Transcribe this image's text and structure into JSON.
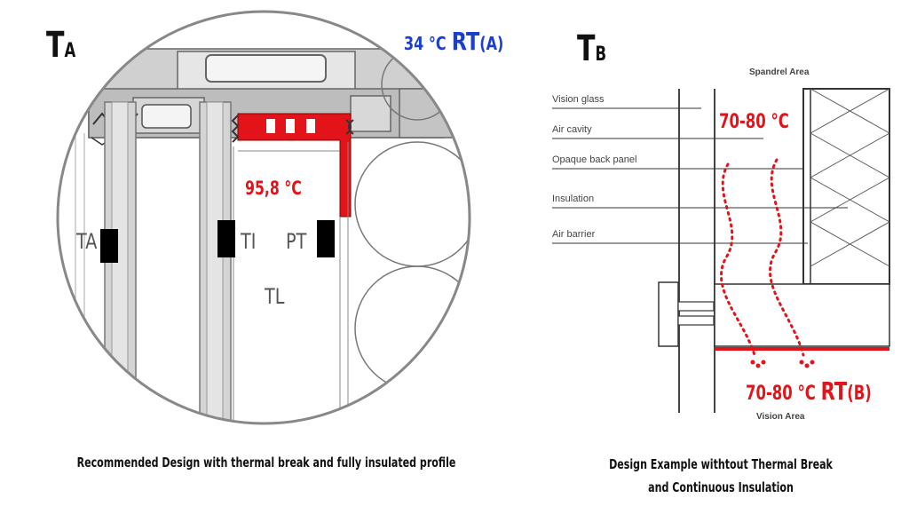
{
  "left": {
    "title_main": "T",
    "title_sub": "A",
    "rt_temp": "34 °C",
    "rt_label": "RT",
    "rt_sub": "(A)",
    "inner_temp": "95,8 °C",
    "sensor_labels": [
      "TA",
      "TI",
      "PT",
      "TL"
    ],
    "caption": "Recommended Design with thermal break and fully insulated profile"
  },
  "right": {
    "title_main": "T",
    "title_sub": "B",
    "spandrel_label": "Spandrel Area",
    "layer_labels": [
      "Vision glass",
      "Air cavity",
      "Opaque back panel",
      "Insulation",
      "Air barrier"
    ],
    "top_temp": "70-80 °C",
    "bottom_temp": "70-80 °C",
    "rt_label": "RT",
    "rt_sub": "(B)",
    "vision_label": "Vision Area",
    "caption_line1": "Design Example withtout Thermal Break",
    "caption_line2": "and Continuous Insulation"
  },
  "colors": {
    "red": "#e2141a",
    "blue": "#1a3fd0",
    "profile_gray": "#bfbfbf"
  }
}
